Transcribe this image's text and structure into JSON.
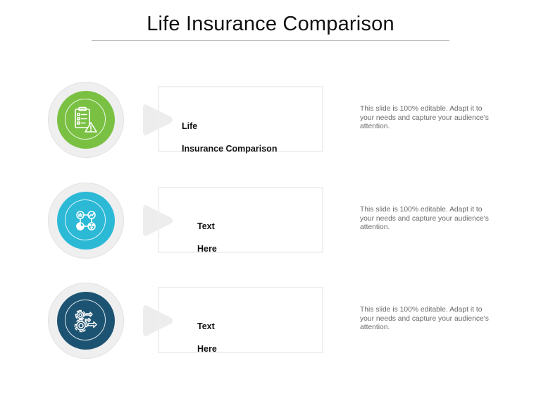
{
  "slide": {
    "title": "Life Insurance Comparison"
  },
  "colors": {
    "green": "#7ac143",
    "cyan": "#2bb9d6",
    "navy": "#1d5372",
    "outer_ring": "#efefef",
    "pointer": "#ededed",
    "box_border": "#f0f0f0",
    "desc_text": "#6a6a6a"
  },
  "items": [
    {
      "icon": "clipboard-warning-icon",
      "color": "#7ac143",
      "label_line1": "Life",
      "label_line2": "Insurance Comparison",
      "description": "This slide is 100% editable. Adapt it to your needs and capture your audience's attention."
    },
    {
      "icon": "analytics-network-icon",
      "color": "#2bb9d6",
      "label_line1": "Text",
      "label_line2": "Here",
      "description": "This slide is 100% editable. Adapt it to your needs and capture your audience's attention."
    },
    {
      "icon": "gears-process-icon",
      "color": "#1d5372",
      "label_line1": "Text",
      "label_line2": "Here",
      "description": "This slide is 100% editable. Adapt it to your needs and capture your audience's attention."
    }
  ]
}
